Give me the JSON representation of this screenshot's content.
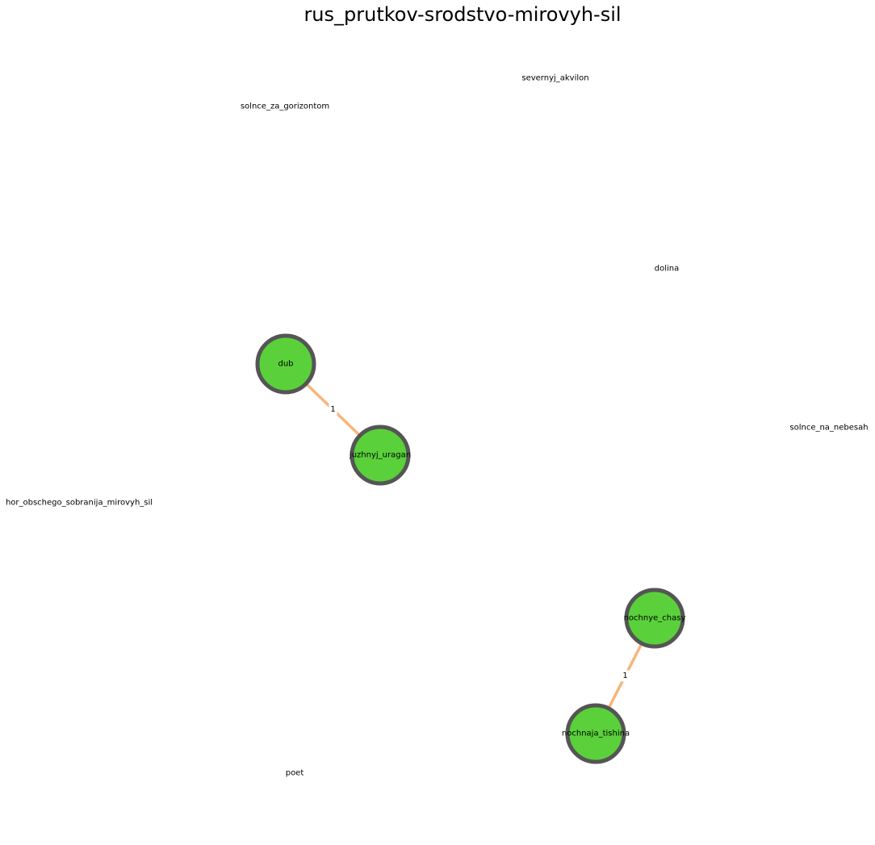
{
  "graph": {
    "title": "rus_prutkov-srodstvo-mirovyh-sil",
    "colors": {
      "node_fill": "#5ad13a",
      "node_stroke": "#555555",
      "edge": "#f7b67c"
    },
    "nodes": [
      {
        "id": "dub",
        "label": "dub",
        "drawn": true
      },
      {
        "id": "juzhnyj_uragan",
        "label": "juzhnyj_uragan",
        "drawn": true
      },
      {
        "id": "nochnye_chasy",
        "label": "nochnye_chasy",
        "drawn": true
      },
      {
        "id": "nochnaja_tishina",
        "label": "nochnaja_tishina",
        "drawn": true
      },
      {
        "id": "severnyj_akvilon",
        "label": "severnyj_akvilon",
        "drawn": false
      },
      {
        "id": "solnce_za_gorizontom",
        "label": "solnce_za_gorizontom",
        "drawn": false
      },
      {
        "id": "dolina",
        "label": "dolina",
        "drawn": false
      },
      {
        "id": "solnce_na_nebesah",
        "label": "solnce_na_nebesah",
        "drawn": false
      },
      {
        "id": "hor_obschego_sobranija_mirovyh_sil",
        "label": "hor_obschego_sobranija_mirovyh_sil",
        "drawn": false
      },
      {
        "id": "poet",
        "label": "poet",
        "drawn": false
      }
    ],
    "edges": [
      {
        "source": "dub",
        "target": "juzhnyj_uragan",
        "label": "1"
      },
      {
        "source": "nochnye_chasy",
        "target": "nochnaja_tishina",
        "label": "1"
      }
    ]
  }
}
